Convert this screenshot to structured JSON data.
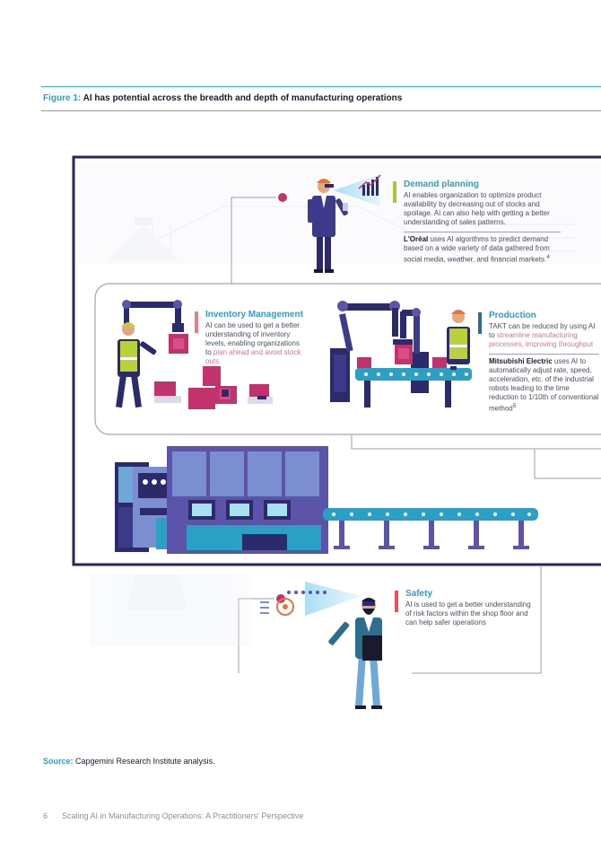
{
  "figure": {
    "label": "Figure 1:",
    "title": "AI has potential across the breadth and depth of manufacturing operations"
  },
  "cards": {
    "demand": {
      "heading": "Demand planning",
      "body": "AI enables organization to optimize product availability by decreasing out of stocks and spoilage. AI can also help with getting a better understanding of sales patterns.",
      "example_company": "L'Oréal",
      "example_text": " uses AI algorithms to predict demand based on a wide variety of data gathered from social media, weather, and financial markets.",
      "example_note": "4",
      "bar_color": "#a8c83c"
    },
    "inventory": {
      "heading": "Inventory Management",
      "body": "AI can be used to get a better understanding of inventory levels, enabling organizations to ",
      "body_highlight": "plan ahead and avoid stock outs.",
      "bar_color": "#e87a8e"
    },
    "production": {
      "heading": "Production",
      "body": "TAKT can be reduced by using AI to ",
      "body_highlight": "streamline manufacturing processes, improving throughput",
      "example_company": "Mitsubishi Electric",
      "example_text": " uses AI to automatically adjust rate, speed, acceleration, etc. of the industrial robots leading to the time reduction to 1/10th of conventional method",
      "example_note": "5",
      "bar_color": "#2c6e8c"
    },
    "safety": {
      "heading": "Safety",
      "body": "AI is used to get a better understanding of risk factors within the shop floor and can help safer operations",
      "bar_color": "#e8505b"
    }
  },
  "source": {
    "label": "Source:",
    "text": " Capgemini Research Institute analysis."
  },
  "footer": {
    "page": "6",
    "text": "Scaling AI in Manufacturing Operations: A Practitioners' Perspective"
  },
  "colors": {
    "accent": "#2c9fc4",
    "frame": "#2e2555",
    "magenta": "#c2336e",
    "purple": "#5b54a8",
    "navy": "#2b2b6b"
  }
}
